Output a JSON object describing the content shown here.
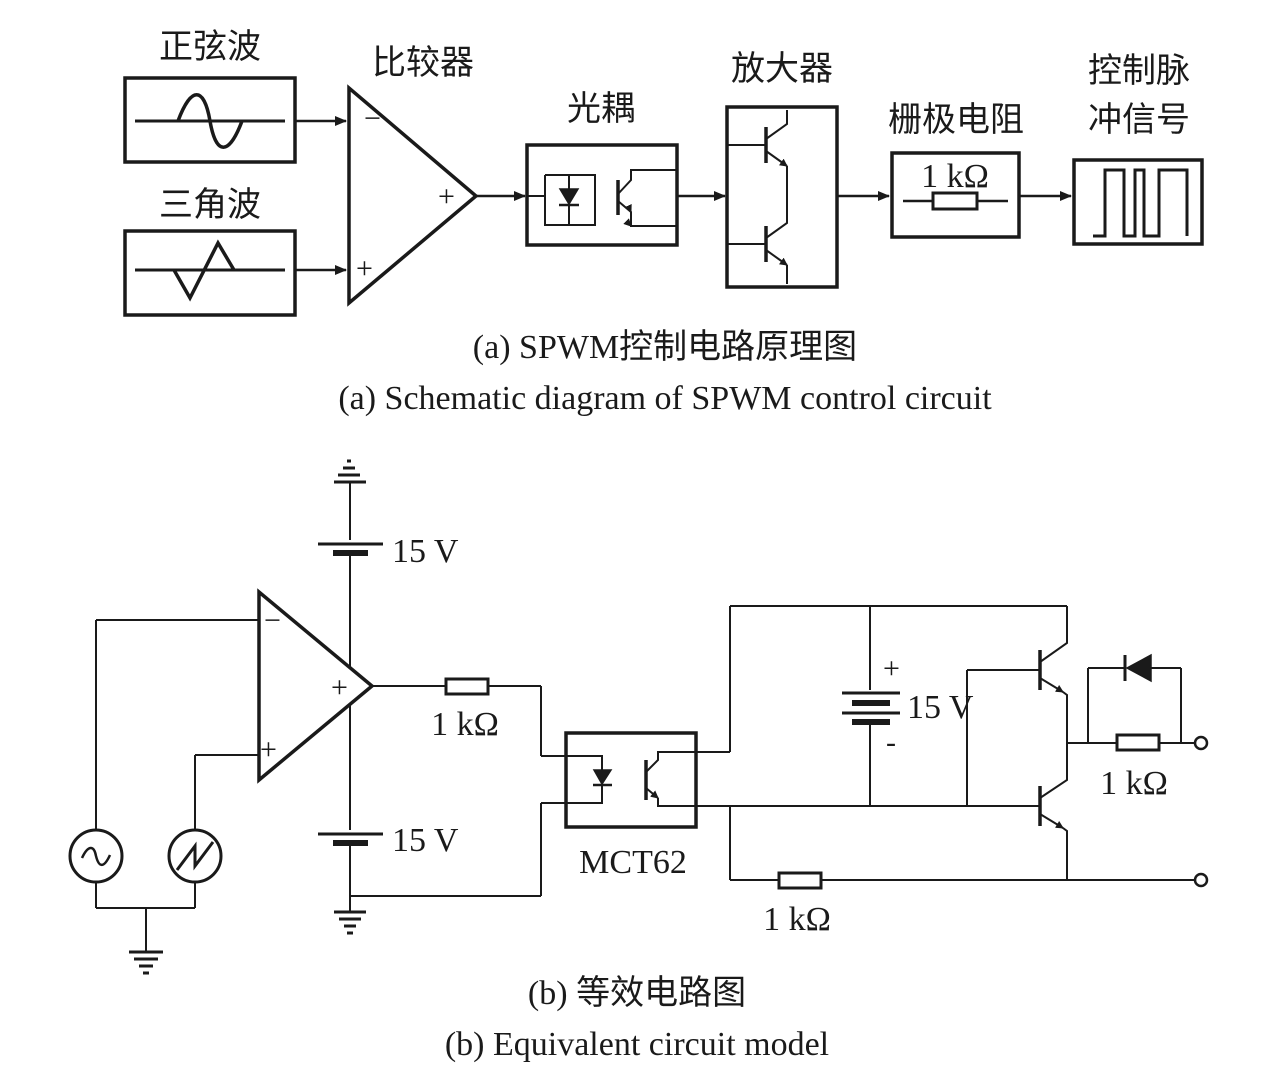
{
  "part_a": {
    "sine_label": "正弦波",
    "triangle_label": "三角波",
    "comparator_label": "比较器",
    "optocoupler_label": "光耦",
    "amplifier_label": "放大器",
    "gate_resistor_label": "栅极电阻",
    "gate_resistor_value": "1 kΩ",
    "output_label_line1": "控制脉",
    "output_label_line2": "冲信号",
    "caption_cn": "(a) SPWM控制电路原理图",
    "caption_en": "(a) Schematic diagram of SPWM control circuit"
  },
  "part_b": {
    "supply_top_label": "15 V",
    "supply_bottom_label": "15 V",
    "input_resistor_label": "1 kΩ",
    "optocoupler_part": "MCT62",
    "battery_label": "15 V",
    "battery_plus": "+",
    "battery_minus": "-",
    "output_resistor_label": "1 kΩ",
    "bottom_resistor_label": "1 kΩ",
    "caption_cn": "(b) 等效电路图",
    "caption_en": "(b) Equivalent circuit model"
  },
  "signs": {
    "minus": "−",
    "plus": "+"
  },
  "colors": {
    "line": "#1a1a1a",
    "background": "#ffffff"
  }
}
